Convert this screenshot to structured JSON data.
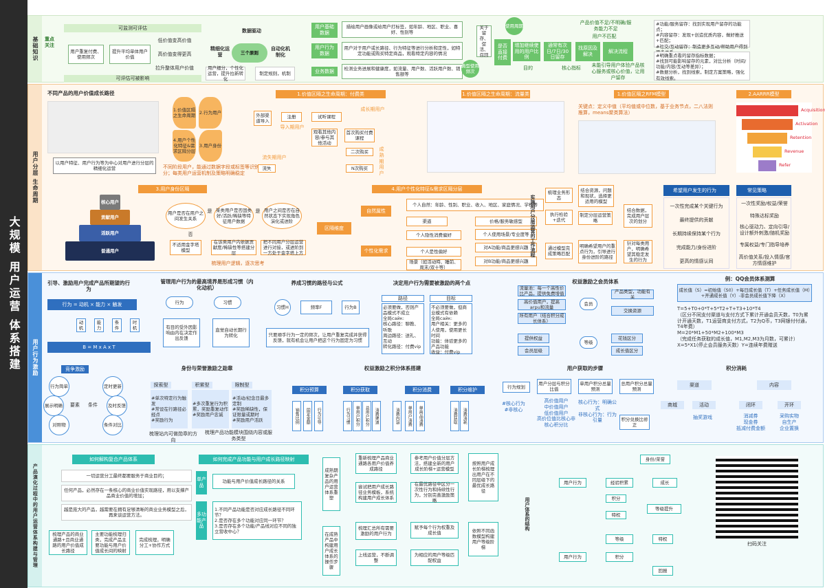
{
  "sidebar": {
    "title": "大规模 用户运营 体系搭建"
  },
  "s1": {
    "label": "基础知识",
    "focus": "重点关注",
    "top": "可监测可评估",
    "bottom": "可评估可被影响",
    "c1": "用户重复付费、使用频次",
    "c2": "提升平均单体用户价值",
    "r1": "低价值变高价值",
    "r2": "高价值变得更高",
    "r3": "拉升整体用户价值",
    "data": "数据驱动",
    "refine": "精细化运营",
    "three": "三个原则",
    "auto": "自动化机制化",
    "n1": "用户细分，个性化运营，提升拉新转化",
    "n2": "制定规则，机制",
    "d1": "用户基础数据",
    "d1t": "描绘用户画像或给用户打标签，如年龄、地区、职业、喜好、性别等",
    "d2": "用户行为数据",
    "d2t": "用户对于用户或长路径、行为特征等进行分析和定性，如特定功能或购买特定商品，观看特定内容的情况",
    "d3": "业务数据",
    "d3t": "检测业务进展和健康度，如流量、用户数、活跃用户数、销售额等",
    "k1": "关于留存、促活、召回",
    "k2": "是否直接付费",
    "k3": "使用周期",
    "k4": "典型使用频次",
    "f1": "增加继续使用的用户比例",
    "f2": "通常有次日/7日/30日留存",
    "f3": "找原因及解决",
    "f4": "解决流程",
    "g1": "目的",
    "g2": "核心指标",
    "g3": "未能引导用户体验产品核心服务或核心价值，让用户留存",
    "pv1": "产品价值不足/不明确/服务能力不足",
    "pv2": "用户不匹配",
    "rt1": "#功能/服务留存：找到实现用户留存的功能点；\n#内容留存：发现+创造优质内容，做好推送+匹配；\n#社交/互动留存：制造更多互动/帮助用户得到更多关系。",
    "rt2": "#明确重点看的留存指标数据；\n#找到可能影响留存的元素，对比分析（时间/功能/内容/互动等差异）；\n#数据分析，找到线索，制定方案策略，强化有效线索。"
  },
  "s2": {
    "label": "用户分层 生命周期",
    "t1": "不同产品的用户价值成长路径",
    "t1b": "以用户特征、用户行为等为中心对用户进行分层的精细化运营",
    "petals": [
      "1.价值区隔之生命周期",
      "2.行为用户",
      "3.用户身份",
      "4.用户个性化特征&需求区隔分层"
    ],
    "orangeNote": "不同阶段用户，能通过数据字段或标签等识别区分；每类用户运营机制及策略明确稳定",
    "h1": "1.价值区隔之生命周期：付费类",
    "h2": "1.价值区隔之生命周期：流量类",
    "h3": "1.价值区隔之RFM模型",
    "h4": "2.AARRR模型",
    "f1": "外部渠道导入",
    "f2": "注册",
    "f3": "试听课程",
    "f4": "导入期用户",
    "f5": "观看其他内容/参与其他活动",
    "f6": "首次购买付费课程",
    "f7": "成长期用户",
    "f8": "二次购买",
    "f9": "成熟期用户",
    "f10": "流失期用户",
    "f11": "流失",
    "f12": "N次购买",
    "rfm": "关键点：定义中值（平均值或中位数，基于业务节点，二八法则推算，means聚类算法）",
    "aarrr": [
      "Acquisition",
      "Activation",
      "Retention",
      "Revenue",
      "Refer"
    ],
    "h5": "3.用户身份区隔",
    "pyr": [
      "核心用户",
      "贡献用户",
      "活跃用户",
      "普通用户"
    ],
    "q1": "用户是否在用户之间发生关系",
    "q2": "某类用户是否固类好/活跃/稀缺等特征用户数据",
    "q3": "用户之间是否在自然状态下实现角色演化或进阶",
    "n1": "不适用金字塔模型",
    "n2": "在该类用户内依据贡献度/稀缺性等搭建分层",
    "n3": "把不同用户分层运营进行对接，或进阶到一方处于金字塔上方",
    "foot": "梳理用户逻辑，逐次思考",
    "yes": "是",
    "no": "否",
    "h6": "4.用户个性化特征&需求区隔分层",
    "seg": "区隔维度",
    "nat": "自然属性",
    "ind": "个性化需求",
    "nat1": "个人自然：年龄、性别、职业、收入、地区、家庭情况、学校等",
    "nat2": "渠道",
    "nat3": "个人隐性消费偏好",
    "nat4": "价格/服务敏感型",
    "nat5": "个人使用场景/专业度等",
    "ind1": "个人是性偏好",
    "ind2": "对A功能/商品更感兴趣",
    "ind3": "场景（如活动時、睡前、周末/双十等）",
    "ind4": "对B功能/商品更感兴趣",
    "impl": "实施用户分层运营的工作流程",
    "wf": [
      "梳理业务形态",
      "结合资源，问题和现状，选择更适用的模型",
      "结合数据，完成用户层次的划分",
      "执行检验+迭代",
      "制定分层运营策略",
      "通过模型完成策略匹配",
      "明确希望用户的重点行为，引导进行身份进阶的路径",
      "针对每类用户，明确希望其稳定发生的行为"
    ],
    "hope": "希望用户发生的行为",
    "strat": "常见策略",
    "hr": [
      "一次性完成某个关键行为",
      "最终提供的贡献",
      "长期持续保持某个行为",
      "完成能力/身份进阶",
      "更高的情感认同"
    ],
    "sr": [
      "一次性奖励/权益/荣誉",
      "特殊达标奖励",
      "核心驱动力、定向引导/设计额外刺激/随机奖励",
      "专属权益/专门指导培养",
      "高价值关系/投入情感/官方情感维护"
    ]
  },
  "s3": {
    "label": "用户行为激励",
    "h1": "引导、激励用户完成产品所期望的行为",
    "formula": "行为 = 动机 × 能力 × 触发",
    "m1": "动机",
    "m2": "能力",
    "m3": "条件",
    "m4": "时机",
    "bmat": "B = M x A x T",
    "h2": "管理用户行为的最高境界是形成习惯（内化动机）",
    "hab1": "行为",
    "hab2": "习惯",
    "hab3": "有目的受外因影响由内在决定作出反馈",
    "hab4": "直觉自动长期行为转化",
    "h3": "养成习惯的路径与公式",
    "fx1": "习惯H",
    "fx2": "频率F",
    "fx3": "行为B",
    "fx4": "只要顺手行为一定的频次，让用户重复完成并获得反馈，就有机会让用户把这个行为固定为习惯",
    "h4": "决定用户行为需要被激励的两个点",
    "p1": "路径",
    "p2": "目标",
    "p1t": "必须要做，否则产品模式不成立\n全局сайк:\n核心路径：聊教、听歌\n周边路径：送礼、互动\n转化路径：付费vip",
    "p2t": "不必须要做，但商业模式有依赖\n全局сайк:\n用户相关：更多的人使用，使用更长时间\n功能：体验更多的产品功能\n收益：付费vip",
    "h5": "权益激励之会员体系",
    "vr1": "流量池：每一个高性价比产品，提供免费增值",
    "vr2": "高价值用户，提高arpu和流量",
    "vr3": "所有用户（结合积分成长体系）",
    "vip": "会员",
    "vip1": "产品类型，功能有关",
    "vip2": "交换资源",
    "lv1": "提供权益",
    "lv2": "会员层级",
    "lv": "等级",
    "lv3": "花钱区分",
    "lv4": "成长值区分",
    "h6": "例：QQ会员体系测算",
    "qq1": "成长值（S）=初始值（S0）+每日成长值（T）+任务成长值（M）+开通成长值（Y）-非会员成长值下降（X）",
    "qq2": "T=5+T0+0*T+5*T2+T+T3+10*T4\n（区分不同支付渠道与支付方式下累计开通会员天数，T0为累计开通天数，T1运营商支付方式，T2为Q币，T3网银付付通，T4年费）\nM=20*M1+50*M2+100*M3\n（完成任务获取的成长值，M1,M2,M3为月数，可累计）\nX=5*X1(停止会员服务天数）Y=连续年费赠送",
    "h7": "竞争激励",
    "cp1": "行为简单",
    "cp2": "定时更新",
    "cp3": "展示明确",
    "cp4": "及时反馈",
    "cp5": "对照物",
    "cp6": "条件对比",
    "cpA": "要素",
    "cpB": "条件",
    "h8": "身份与荣誉激励之勋章",
    "md1": "探索型",
    "md2": "积累型",
    "md3": "限制型",
    "md1t": "#单次特定行为触发\n#常设在行路径必经点\n#奖励行为",
    "md2t": "#多次重复行为积累，奖励重复动作\n#奖励用户忠诚",
    "md3t": "#活动/纪念日最多定制\n#奖励稀缺性，保证限量或期时\n#奖励用户活跃",
    "mdf1": "梳理站内可做勋章的方向",
    "mdf2": "梳理产品功能模块围绕内容或服务类型",
    "h9": "权益激励之积分体系搭建",
    "ip": [
      "积分预算",
      "积分获取",
      "积分消费",
      "积分维护"
    ],
    "ipc": [
      "销售比例",
      "固定金额",
      "行为引导",
      "行为习惯",
      "单用户积分",
      "总用户积分",
      "消费渠道",
      "消费内容",
      "单用户消费",
      "单商品消费",
      "消费获取",
      "消费消耗"
    ],
    "h10": "用户获取的步骤",
    "st": [
      "行为规划",
      "用户分层与积分比值",
      "单用户积分总量预测",
      "总用户积分总量预测",
      "积分兑换比修正"
    ],
    "stn1": "#核心行为\n#非核心",
    "stn2": "高价值用户\n中价值用户\n低价值用户\n高价位值比核心非核心积分比",
    "stn3": "核心行为：明确公式\n非核心行为：行为引量",
    "h11": "积分消耗",
    "c1": "渠道",
    "c2": "内容",
    "cc": [
      "商城",
      "活动",
      "抽奖游戏",
      "闭环",
      "开环"
    ],
    "ccn": [
      "消减券\n现金券\n抵减付费金额",
      "采购实物\n自生产\n企业置换"
    ]
  },
  "s4": {
    "label": "产品演化过程中的用户运营体系构建与管理",
    "h1": "如何解构复合产品体系",
    "a1": "一切运营分工最终都要服务于商业目的；",
    "a2": "任何产品，必然存在一条核心的商业价值实现路径，用以支撑产品商业价值的增加；",
    "a3": "越是庞大的产品，越需要在拥有足够清晰的商业业务模型之后，再来谈运营方法。",
    "b1": "梳理产品的商业通路+且商业通路的用户价值成长路径",
    "b2": "主要功能梳理归类，完成产品主要功能与用户价值成长间的映射",
    "b3": "完成梳理，明确分工+协作方式",
    "h2": "如何完成产品功能与用户成长路径映射",
    "single": "单产品",
    "sc": "功能与用户价值成长路径的关系",
    "multi": "多功能产品",
    "mc": "1.不同产品功能是否对应成长路径不同环节？\n2.是否存在多个功能对应同一环节？\n3.是否存在多个功能/产品线对应不同的独立营收中心？",
    "mid1": "成熟期复杂产品的用户运营体系重塑",
    "mid2": "在成熟产品中构建用户成长体系的操作步骤",
    "mb": [
      "重新梳理产品商业通路各用户价值养成路径",
      "参考用户价值分层方法，搭建全新的用户成长阶梯+运营模型",
      "按照用户成长阶梯梳理出用户在不同层级下的最优成长路径",
      "尝试把用户成长路径业务模板，系统构建用户成长体系",
      "在最优路径中区分一次性行为和持续性行为，分别完善激励策略",
      "梳理汇总所有需要激励的用户行为",
      "赋予每个行为权重及成长值",
      "依照不同函数模型构建用户等级阶梯",
      "上线运营，不断调整",
      "为相应的用户等级匹配权益"
    ],
    "h3": "用户体系的结构",
    "nodes": [
      "身份/荣誉",
      "用户行为",
      "经验积累",
      "成长",
      "积分",
      "等级提升",
      "特权",
      "等级",
      "特权",
      "用户行为",
      "积分",
      "回报"
    ],
    "qr": "扫码关注"
  }
}
